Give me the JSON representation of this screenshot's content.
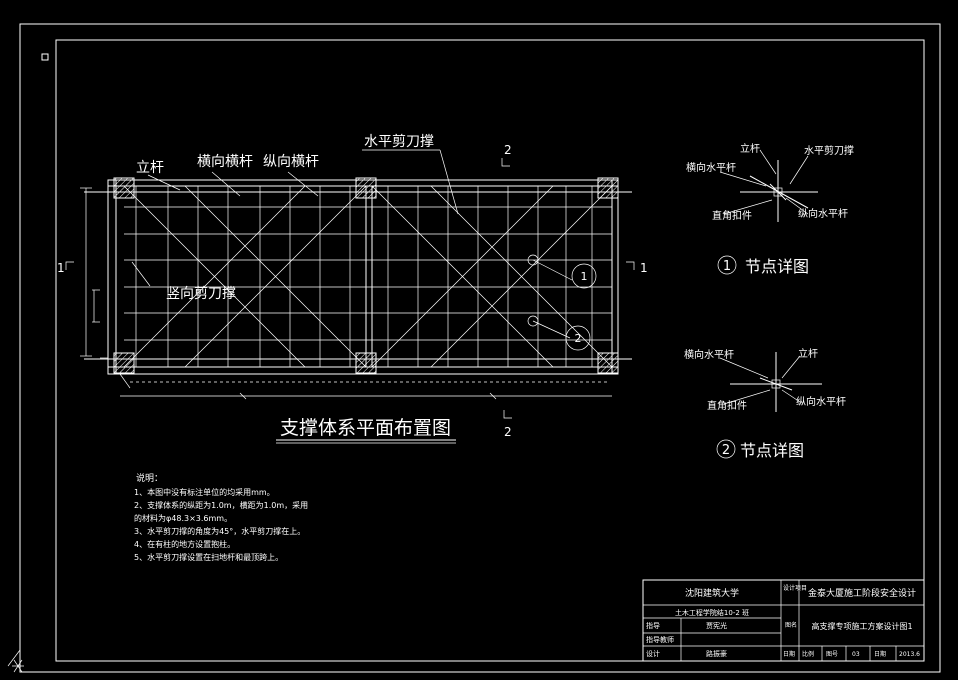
{
  "plan": {
    "title": "支撑体系平面布置图",
    "labels": {
      "vertical_pole": "立杆",
      "transverse_bar": "横向横杆",
      "longitudinal_bar": "纵向横杆",
      "horizontal_brace": "水平剪刀撑",
      "vertical_brace": "竖向剪刀撑"
    },
    "section_marks": {
      "top": "2",
      "bottom": "2",
      "left": "1",
      "right": "1"
    },
    "node_refs": [
      "1",
      "2"
    ]
  },
  "node1": {
    "number": "1",
    "title": "节点详图",
    "labels": {
      "pole": "立杆",
      "brace": "水平剪刀撑",
      "transverse": "横向水平杆",
      "coupler": "直角扣件",
      "longitudinal": "纵向水平杆"
    }
  },
  "node2": {
    "number": "2",
    "title": "节点详图",
    "labels": {
      "transverse": "横向水平杆",
      "pole": "立杆",
      "coupler": "直角扣件",
      "longitudinal": "纵向水平杆"
    }
  },
  "notes": {
    "heading": "说明：",
    "lines": [
      "1、本图中没有标注单位的均采用mm。",
      "2、支撑体系的纵距为1.0m，横距为1.0m，采用",
      "   的材料为φ48.3×3.6mm。",
      "3、水平剪刀撑的角度为45°，水平剪刀撑在上。",
      "4、在有柱的地方设置抱柱。",
      "5、水平剪刀撑设置在扫地杆和最顶跨上。"
    ]
  },
  "title_block": {
    "university": "沈阳建筑大学",
    "class_code": "土木工程学院结10-2 班",
    "design_item_label": "设计项目",
    "design_item_value": "金泰大厦施工阶段安全设计",
    "figure_label": "图名",
    "drawing_name": "高支撑专项施工方案设计图1",
    "advisor_label": "指导",
    "advisor": "贾宪光",
    "review_label": "指导教师",
    "designer_label": "设计",
    "designer": "路振豪",
    "date_label": "日期",
    "scale_label": "比例",
    "sheet_label": "图号",
    "sheet_no": "03",
    "period_label": "日期",
    "year": "2013.6"
  }
}
